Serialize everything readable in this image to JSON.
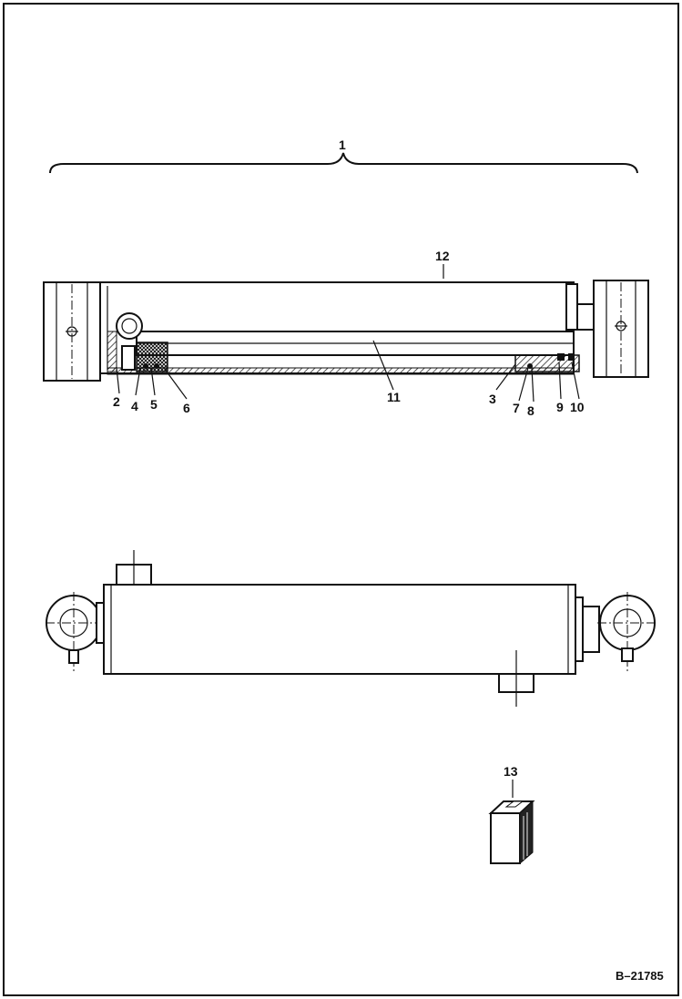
{
  "diagram": {
    "callouts": {
      "c1": "1",
      "c2": "2",
      "c3": "3",
      "c4": "4",
      "c5": "5",
      "c6": "6",
      "c7": "7",
      "c8": "8",
      "c9": "9",
      "c10": "10",
      "c11": "11",
      "c12": "12",
      "c13": "13"
    },
    "reference_code": "B–21785"
  },
  "colors": {
    "line": "#111111",
    "background": "#ffffff"
  }
}
